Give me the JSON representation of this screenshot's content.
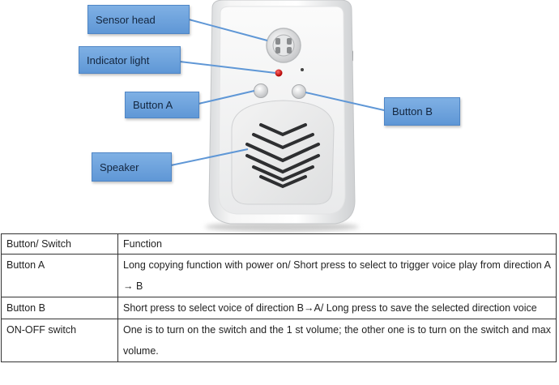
{
  "callouts": {
    "sensor_head": "Sensor head",
    "indicator_light": "Indicator light",
    "button_a": "Button A",
    "button_b": "Button B",
    "speaker": "Speaker"
  },
  "table": {
    "headers": [
      "Button/ Switch",
      "Function"
    ],
    "rows": [
      {
        "name": "Button A",
        "function": "Long copying function with power on/ Short press to select to trigger voice play from direction A → B"
      },
      {
        "name": "Button B",
        "function": "Short press to select voice of direction B→A/ Long press to save the selected direction voice"
      },
      {
        "name": "ON-OFF switch",
        "function": "One is to turn on the switch and the 1 st volume; the other one is to turn on the switch and max volume."
      }
    ]
  },
  "colors": {
    "callout_fill": "#6fa3dd",
    "indicator_red": "#d01818"
  }
}
